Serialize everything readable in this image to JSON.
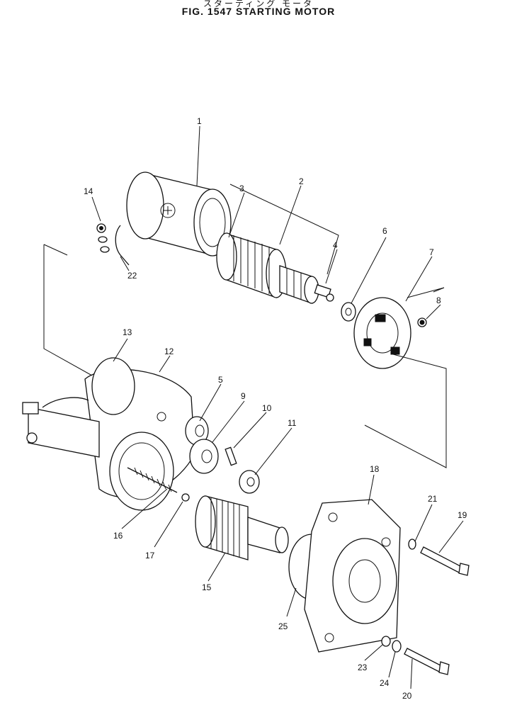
{
  "header": {
    "subtitle": "スターティング モータ",
    "title": "FIG. 1547   STARTING MOTOR"
  },
  "callouts": [
    "1",
    "2",
    "3",
    "4",
    "5",
    "6",
    "7",
    "8",
    "9",
    "10",
    "11",
    "12",
    "13",
    "14",
    "15",
    "16",
    "17",
    "18",
    "19",
    "20",
    "21",
    "22",
    "23",
    "24",
    "25"
  ],
  "colors": {
    "ink": "#111111",
    "paper": "#ffffff"
  }
}
